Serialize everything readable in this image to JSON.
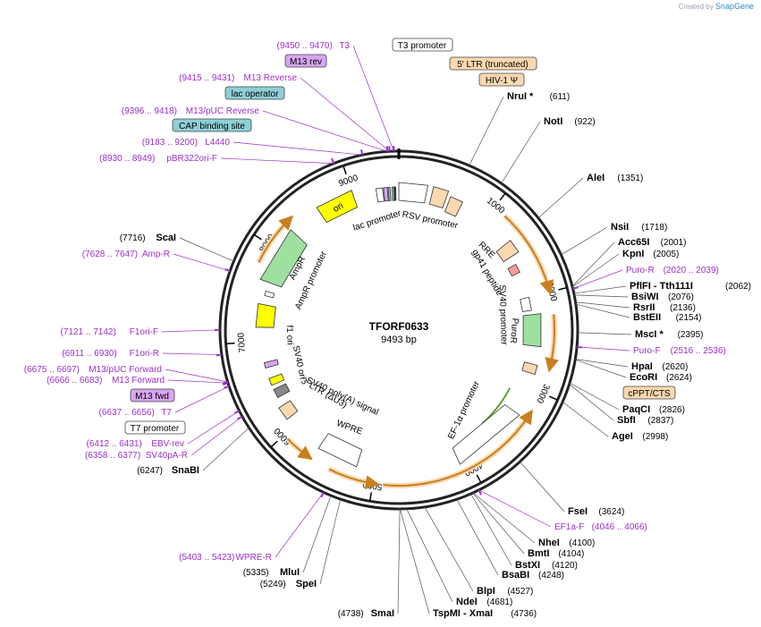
{
  "credit": {
    "prefix": "Created by",
    "brand": "SnapGene"
  },
  "plasmid": {
    "name": "TFORF0633",
    "size": "9493 bp"
  },
  "ticks": [
    {
      "label": "1000",
      "bp": 1000
    },
    {
      "label": "2000",
      "bp": 2000
    },
    {
      "label": "3000",
      "bp": 3000
    },
    {
      "label": "4000",
      "bp": 4000
    },
    {
      "label": "5000",
      "bp": 5000
    },
    {
      "label": "6000",
      "bp": 6000
    },
    {
      "label": "7000",
      "bp": 7000
    },
    {
      "label": "8000",
      "bp": 8000
    },
    {
      "label": "9000",
      "bp": 9000
    }
  ],
  "right_sites": [
    {
      "name": "NruI *",
      "pos": "(611)"
    },
    {
      "name": "NotI",
      "pos": "(922)"
    },
    {
      "name": "AleI",
      "pos": "(1351)"
    },
    {
      "name": "NsiI",
      "pos": "(1718)"
    },
    {
      "name": "Acc65I",
      "pos": "(2001)"
    },
    {
      "name": "KpnI",
      "pos": "(2005)"
    },
    {
      "name": "Puro-R",
      "pos": "(2020 .. 2039)",
      "primer": true
    },
    {
      "name": "PflFI - Tth111I",
      "pos": "(2062)"
    },
    {
      "name": "BsiWI",
      "pos": "(2076)"
    },
    {
      "name": "RsrII",
      "pos": "(2136)"
    },
    {
      "name": "BstEII",
      "pos": "(2154)"
    },
    {
      "name": "MscI *",
      "pos": "(2395)"
    },
    {
      "name": "Puro-F",
      "pos": "(2516 .. 2536)",
      "primer": true
    },
    {
      "name": "HpaI",
      "pos": "(2620)"
    },
    {
      "name": "EcoRI",
      "pos": "(2624)"
    },
    {
      "name": "PaqCI",
      "pos": "(2826)"
    },
    {
      "name": "SbfI",
      "pos": "(2837)"
    },
    {
      "name": "AgeI",
      "pos": "(2998)"
    }
  ],
  "bottom_sites": [
    {
      "name": "FseI",
      "pos": "(3624)"
    },
    {
      "name": "EF1a-F",
      "pos": "(4046 .. 4066)",
      "primer": true
    },
    {
      "name": "NheI",
      "pos": "(4100)"
    },
    {
      "name": "BmtI",
      "pos": "(4104)"
    },
    {
      "name": "BstXI",
      "pos": "(4120)"
    },
    {
      "name": "BsaBI",
      "pos": "(4248)"
    },
    {
      "name": "BlpI",
      "pos": "(4527)"
    },
    {
      "name": "NdeI",
      "pos": "(4681)"
    },
    {
      "name": "TspMI - XmaI",
      "pos": "(4736)"
    },
    {
      "name": "SmaI",
      "pos": "(4738)"
    }
  ],
  "left_bottom_sites": [
    {
      "name": "SpeI",
      "pos": "(5249)"
    },
    {
      "name": "MluI",
      "pos": "(5335)"
    },
    {
      "name": "WPRE-R",
      "pos": "(5403 .. 5423)",
      "primer": true
    },
    {
      "name": "SnaBI",
      "pos": "(6247)"
    },
    {
      "name": "SV40pA-R",
      "pos": "(6358 .. 6377)",
      "primer": true
    },
    {
      "name": "EBV-rev",
      "pos": "(6412 .. 6431)",
      "primer": true
    }
  ],
  "left_sites": [
    {
      "name": "T7",
      "pos": "(6637 .. 6656)",
      "primer": true
    },
    {
      "name": "M13 Forward",
      "pos": "(6666 .. 6683)",
      "primer": true
    },
    {
      "name": "M13/pUC Forward",
      "pos": "(6675 .. 6697)",
      "primer": true
    },
    {
      "name": "F1ori-R",
      "pos": "(6911 .. 6930)",
      "primer": true
    },
    {
      "name": "F1ori-F",
      "pos": "(7121 .. 7142)",
      "primer": true
    },
    {
      "name": "Amp-R",
      "pos": "(7628 .. 7647)",
      "primer": true
    },
    {
      "name": "ScaI",
      "pos": "(7716)"
    }
  ],
  "top_left_sites": [
    {
      "name": "pBR322ori-F",
      "pos": "(8930 .. 8949)",
      "primer": true
    },
    {
      "name": "L4440",
      "pos": "(9183 .. 9200)",
      "primer": true
    },
    {
      "name": "M13/pUC Reverse",
      "pos": "(9396 .. 9418)",
      "primer": true
    },
    {
      "name": "M13 Reverse",
      "pos": "(9415 .. 9431)",
      "primer": true
    },
    {
      "name": "T3",
      "pos": "(9450 .. 9470)",
      "primer": true
    }
  ],
  "boxes": [
    {
      "text": "M13 rev",
      "fill": "#d8a6f0"
    },
    {
      "text": "lac operator",
      "fill": "#8ecfd8"
    },
    {
      "text": "CAP binding site",
      "fill": "#8ecfd8"
    },
    {
      "text": "T3 promoter",
      "fill": "#ffffff"
    },
    {
      "text": "5' LTR (truncated)",
      "fill": "#fbd8b0"
    },
    {
      "text": "HIV-1 Ψ",
      "fill": "#fbd8b0"
    },
    {
      "text": "cPPT/CTS",
      "fill": "#fbd8b0"
    },
    {
      "text": "M13 fwd",
      "fill": "#d8a6f0"
    },
    {
      "text": "T7 promoter",
      "fill": "#ffffff"
    }
  ],
  "features": [
    {
      "label": "lac promoter"
    },
    {
      "label": "RSV promoter"
    },
    {
      "label": "RRE"
    },
    {
      "label": "gp41 peptide"
    },
    {
      "label": "PuroR"
    },
    {
      "label": "SV40 promoter"
    },
    {
      "label": "EF-1α promoter"
    },
    {
      "label": "WPRE"
    },
    {
      "label": "3' LTR (ΔU3)"
    },
    {
      "label": "SV40 poly(A) signal"
    },
    {
      "label": "SV40 ori"
    },
    {
      "label": "f1 ori"
    },
    {
      "label": "AmpR promoter"
    },
    {
      "label": "AmpR"
    },
    {
      "label": "ori"
    }
  ],
  "colors": {
    "primer": "#9b30c9",
    "orf_arrow": "#c87f1e",
    "orf_fill": "#fbd8b0",
    "green": "#9ee0a0",
    "yellow": "#ffff00"
  }
}
